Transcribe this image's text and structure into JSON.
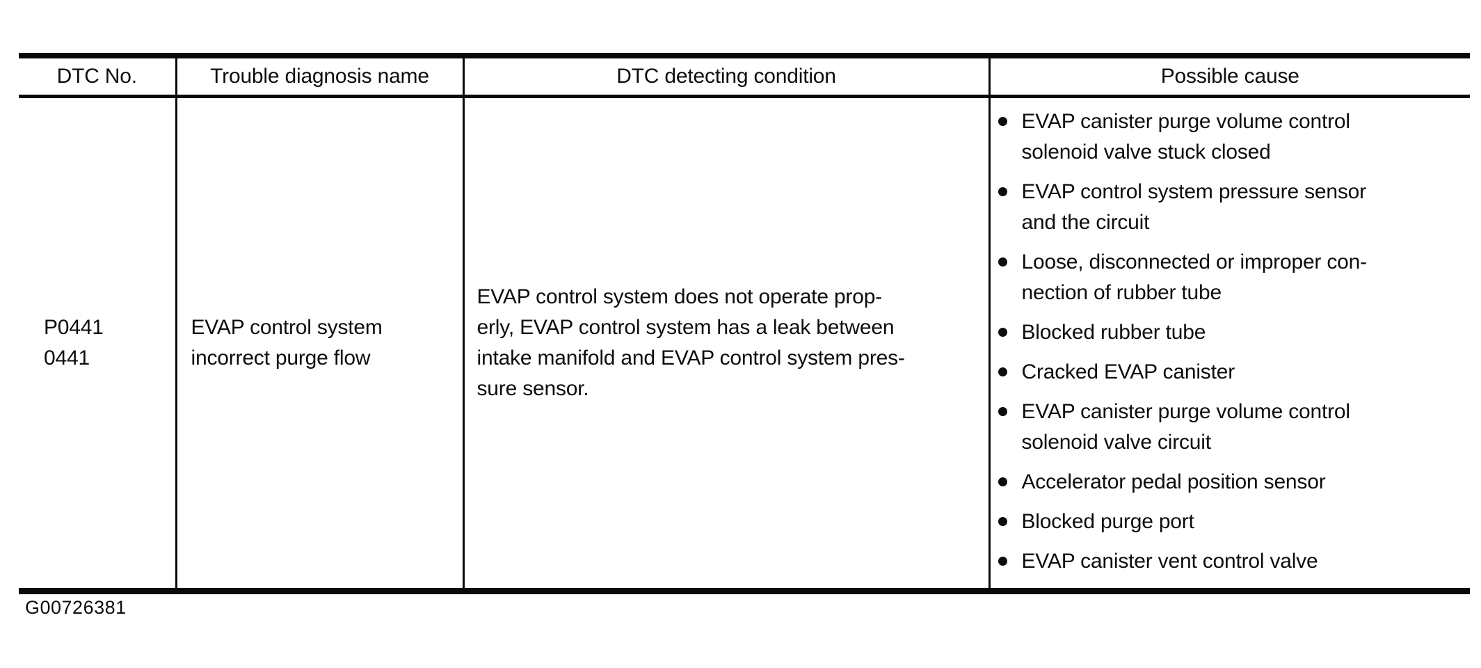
{
  "figure_id": "G00726381",
  "colors": {
    "text": "#0d0d0d",
    "border": "#0a0a0a",
    "background": "#ffffff"
  },
  "table": {
    "headers": [
      "DTC No.",
      "Trouble diagnosis name",
      "DTC detecting condition",
      "Possible cause"
    ],
    "row": {
      "dtc_no": [
        "P0441",
        "0441"
      ],
      "trouble_diagnosis_name": "EVAP control system\nincorrect purge flow",
      "dtc_detecting_condition": "EVAP control system does not operate prop-\nerly, EVAP control system has a leak between\nintake manifold and EVAP control system pres-\nsure sensor.",
      "possible_causes": [
        "EVAP canister purge volume control\nsolenoid valve stuck closed",
        "EVAP control system pressure sensor\nand the circuit",
        "Loose, disconnected or improper con-\nnection of rubber tube",
        "Blocked rubber tube",
        "Cracked EVAP canister",
        "EVAP canister purge volume control\nsolenoid valve circuit",
        "Accelerator pedal position sensor",
        "Blocked purge port",
        "EVAP canister vent control valve"
      ]
    }
  }
}
